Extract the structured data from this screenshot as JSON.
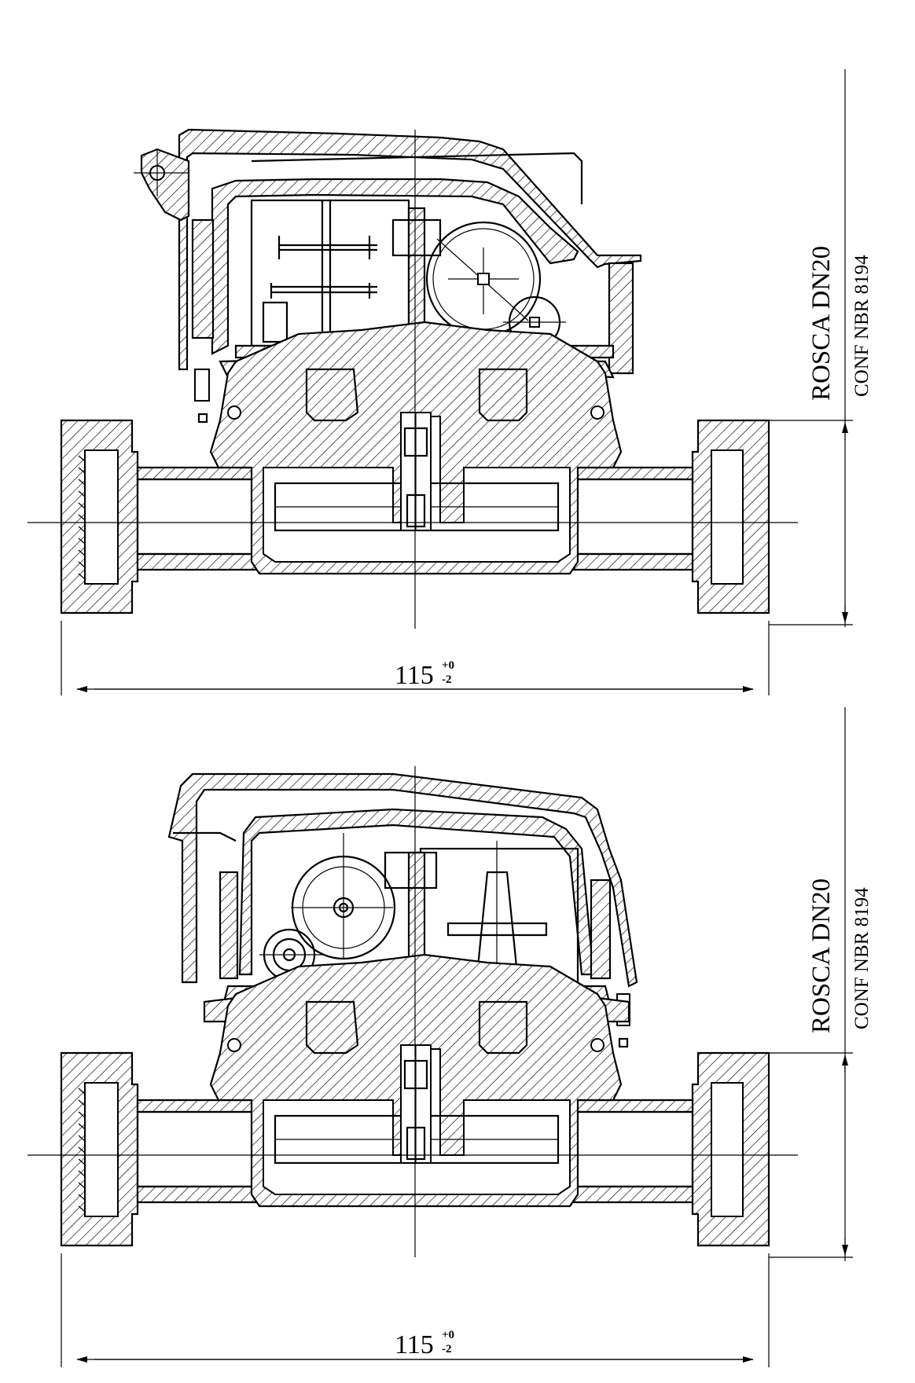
{
  "drawings": [
    {
      "dimension": {
        "value": "115",
        "tol_upper": "+0",
        "tol_lower": "-2"
      },
      "labels": {
        "line1": "ROSCA DN20",
        "line2": "CONF NBR 8194"
      }
    },
    {
      "dimension": {
        "value": "115",
        "tol_upper": "+0",
        "tol_lower": "-2"
      },
      "labels": {
        "line1": "ROSCA DN20",
        "line2": "CONF NBR 8194"
      }
    }
  ]
}
